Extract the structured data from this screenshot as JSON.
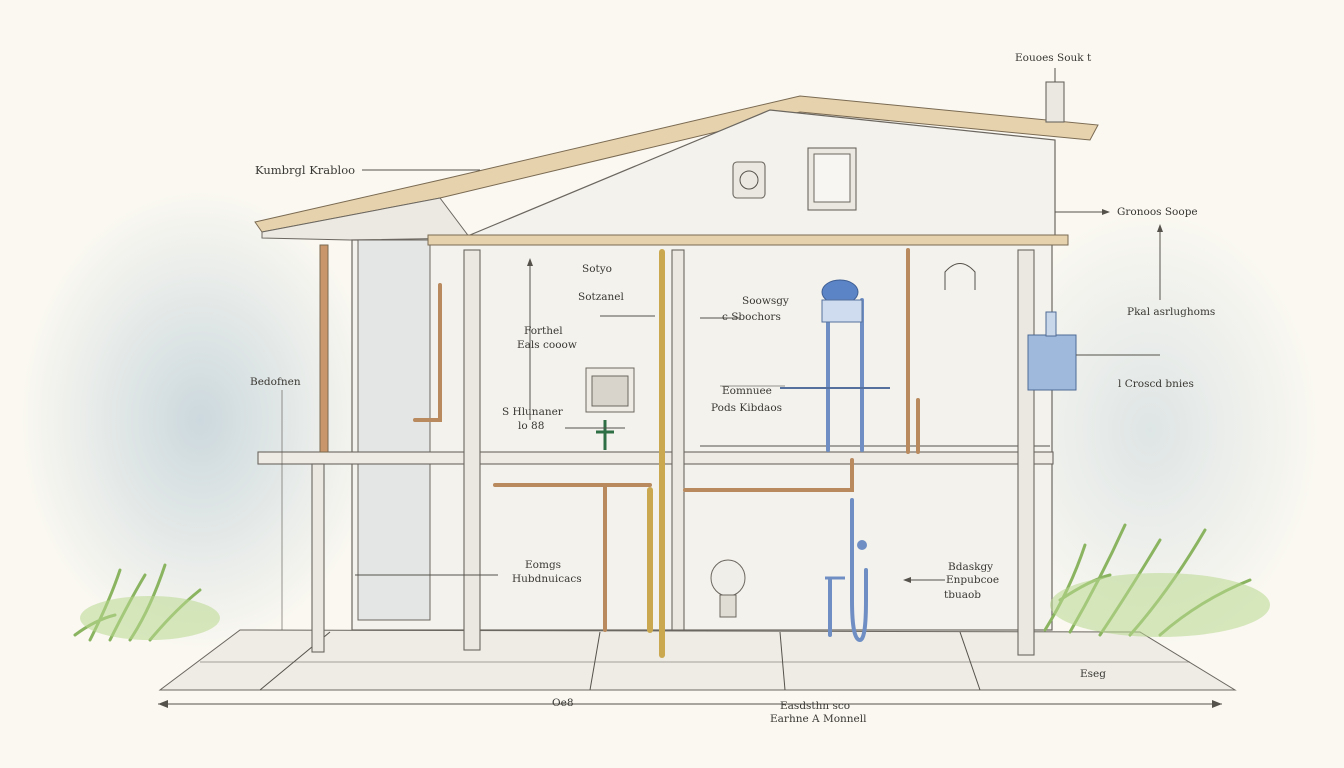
{
  "labels": {
    "vent_stack": "Eouoes Souk t",
    "roof_left": "Kumbrgl Krabloo",
    "eaves_right": "Gronoos Soope",
    "upper_right": "Pkal asrlughoms",
    "tank_note": "l Croscd bnies",
    "left_wall": "Bedofnen",
    "room_top": "Sotyo",
    "room_top_b": "Sotzanel",
    "room_mid_a": "Forthel",
    "room_mid_b": "Eals cooow",
    "sink_a": "S Hlunaner",
    "sink_b": "lo 88",
    "center_a": "Soowsgy",
    "center_b": "c Sbochors",
    "heater_a": "Eomnuee",
    "heater_b": "Pods Kibdaos",
    "lower_left_a": "Eomgs",
    "lower_left_b": "Hubdnuicacs",
    "lower_right_a": "Bdaskgy",
    "lower_right_b": "Enpubcoe",
    "lower_right_c": "tbuaob",
    "ground_right": "Eseg",
    "dimension_center": "Oe8",
    "footer_a": "Easdsthn sco",
    "footer_b": "Earhne A Monnell"
  },
  "colors": {
    "copper": "#b88a5e",
    "gold_pipe": "#c9a84f",
    "blue_pipe": "#6f8fc4",
    "greenery": "#a9cc7e",
    "wash_blue": "#c9d7dd"
  },
  "icons": [
    "vent-icon",
    "window-icon",
    "water-heater-icon",
    "tank-icon",
    "sink-icon",
    "toilet-icon",
    "valve-icon",
    "grass-icon"
  ]
}
